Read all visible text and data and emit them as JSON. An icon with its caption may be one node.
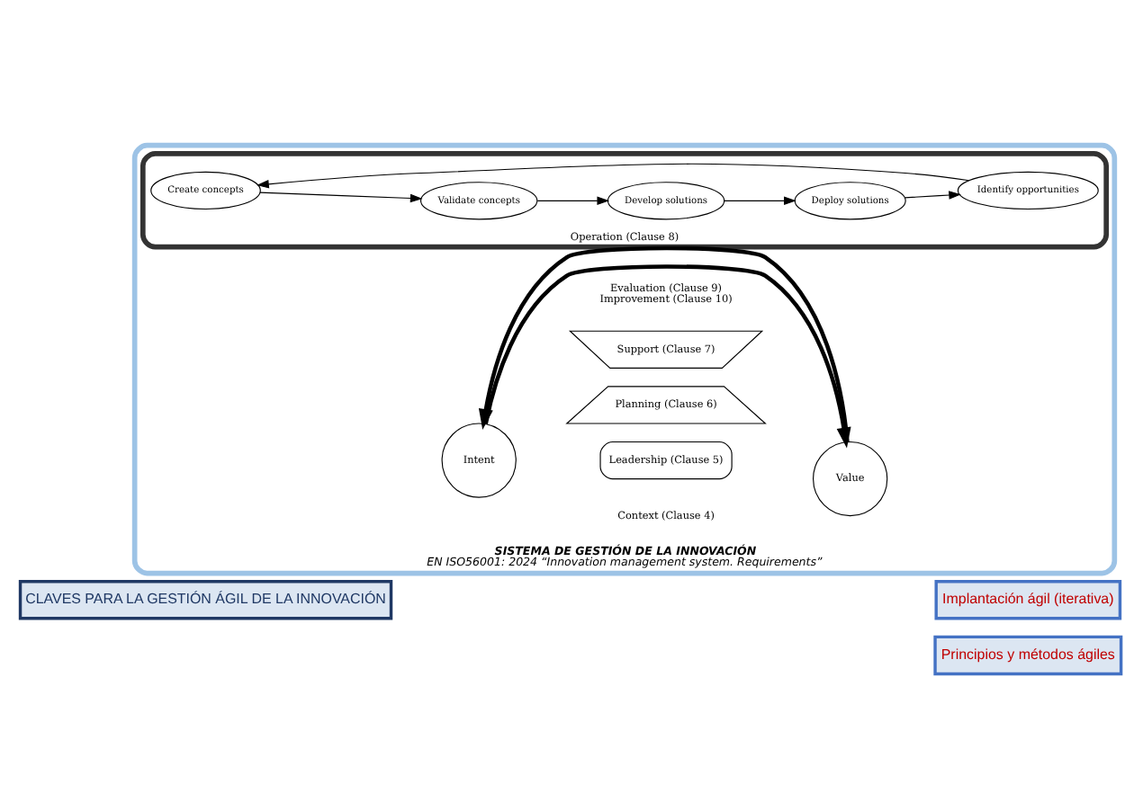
{
  "diagram": {
    "nodes": [
      {
        "text": [
          "SISTEMA DE GESTIÓN DE LA INNOVACIÓN",
          "EN ISO56001: 2024 “Innovation management system. Requirements”"
        ]
      },
      {
        "text": [
          "CLAVES PARA LA GESTIÓN ÁGIL DE LA INNOVACIÓN"
        ]
      },
      {
        "text": [
          "Implantación ágil (iterativa)"
        ]
      },
      {
        "text": [
          "Intent"
        ],
        "in": 0
      },
      {
        "text": [
          "Context (Clause 4)"
        ],
        "in": 0
      },
      {
        "text": [
          "Leadership (Clause 5)"
        ],
        "in": 0
      },
      {
        "text": [
          "Planning (Clause 6)"
        ],
        "in": 0
      },
      {
        "text": [
          "Operation (Clause 8)"
        ],
        "in": 0
      },
      {
        "text": [
          "Create concepts"
        ],
        "in": 7
      },
      {
        "text": [
          "Develop solutions"
        ],
        "in": 7
      },
      {
        "text": [
          "Identify opportunities"
        ],
        "in": 7
      },
      {
        "text": [
          "Validate concepts"
        ],
        "in": 7
      },
      {
        "text": [
          "Deploy solutions"
        ],
        "in": 7
      },
      {
        "text": [
          "Value"
        ],
        "in": 0
      },
      {
        "text": [
          "Principios y métodos ágiles"
        ]
      },
      {
        "text": [
          "Support (Clause 7)"
        ],
        "in": 0
      },
      {
        "text": [
          "Evaluation (Clause 9)",
          "Improvement (Clause 10)"
        ],
        "in": 0
      }
    ],
    "edges": [
      {
        "from": 3,
        "to": 13,
        "arrow": "to",
        "style": "thick"
      },
      {
        "from": 13,
        "to": 3,
        "arrow": "to",
        "style": "thick"
      },
      {
        "from": 10,
        "to": 8,
        "arrow": "to"
      },
      {
        "from": 8,
        "to": 11,
        "arrow": "to"
      },
      {
        "from": 11,
        "to": 9,
        "arrow": "to"
      },
      {
        "from": 9,
        "to": 12,
        "arrow": "to"
      },
      {
        "from": 12,
        "to": 10,
        "arrow": "to"
      }
    ]
  }
}
